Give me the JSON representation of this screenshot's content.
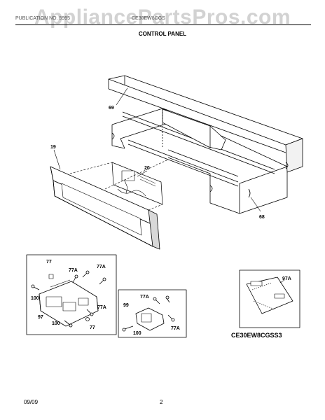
{
  "watermark": "AppliancePartsPros.com",
  "header": {
    "left_text": "PUBLICATION NO. 5995",
    "right_text": "CE30EW8CGS",
    "section_title": "CONTROL PANEL"
  },
  "labels": {
    "p69": "69",
    "p19": "19",
    "p20": "20",
    "p68": "68",
    "inset_left": [
      "77",
      "77A",
      "77A",
      "100",
      "77A",
      "97",
      "100",
      "77"
    ],
    "inset_mid": [
      "77A",
      "99",
      "77A",
      "100"
    ],
    "inset_right": [
      "97A"
    ]
  },
  "model_id": "CE30EW8CGSS3",
  "footer": {
    "date": "09/09",
    "page": "2"
  }
}
